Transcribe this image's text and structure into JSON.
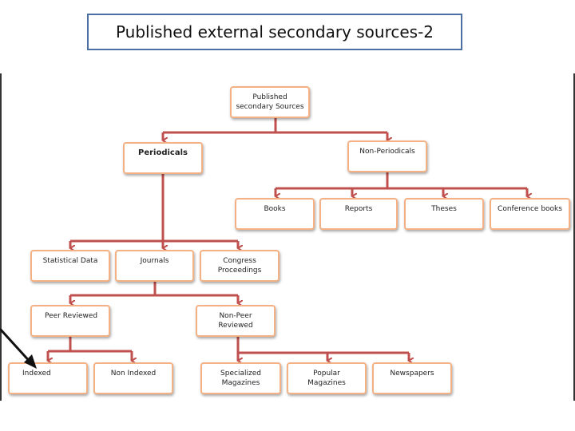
{
  "title": "Published external secondary sources-2",
  "nodes": {
    "root": "Published secondary Sources",
    "periodicals": "Periodicals",
    "non_periodicals": "Non-Periodicals",
    "books": "Books",
    "reports": "Reports",
    "theses": "Theses",
    "conference_books": "Conference books",
    "statistical_data": "Statistical Data",
    "journals": "Journals",
    "congress_proceedings": "Congress Proceedings",
    "peer_reviewed": "Peer Reviewed",
    "non_peer_reviewed": "Non-Peer Reviewed",
    "indexed": "Indexed",
    "non_indexed": "Non Indexed",
    "specialized_magazines": "Specialized Magazines",
    "popular_magazines": "Popular Magazines",
    "newspapers": "Newspapers"
  },
  "colors": {
    "connector": "#c0504d",
    "node_border": "#f4b183",
    "title_border": "#4a6fa0"
  }
}
